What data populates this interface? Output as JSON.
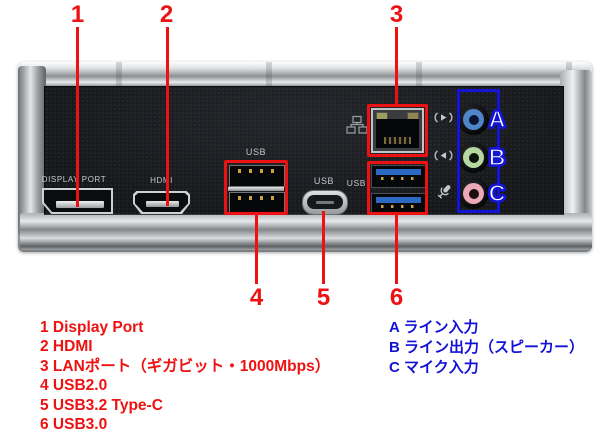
{
  "colors": {
    "callout_red": "#ee1111",
    "callout_blue": "#1414d6",
    "legend_red_text": "#ee1111",
    "legend_blue_text": "#1212d6",
    "jack_line_in_blue": "#4e86c8",
    "jack_line_out_green": "#b4d8a0",
    "jack_mic_pink": "#eaa9b5",
    "usb3_connector_blue": "#2c69c2",
    "panel_metal": "#c9cbcd",
    "panel_interior": "#1a1c20"
  },
  "panel": {
    "port_labels": {
      "displayport": "DISPLAY PORT",
      "hdmi": "HDMI",
      "usb2": "USB",
      "usb_type_c": "USB",
      "usb3": "USB"
    }
  },
  "callouts": {
    "numbers": [
      "1",
      "2",
      "3",
      "4",
      "5",
      "6"
    ],
    "letters": [
      "A",
      "B",
      "C"
    ]
  },
  "legend": {
    "ports": [
      "1 Display Port",
      "2 HDMI",
      "3 LANポート（ギガビット・1000Mbps）",
      "4 USB2.0",
      "5 USB3.2 Type-C",
      "6 USB3.0"
    ],
    "audio": [
      "A ライン入力",
      "B ライン出力（スピーカー）",
      "C マイク入力"
    ]
  }
}
